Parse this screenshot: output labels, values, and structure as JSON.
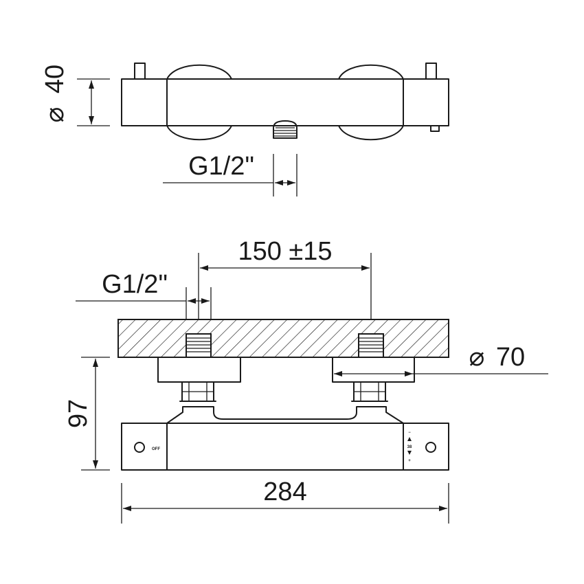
{
  "top_view": {
    "diameter_symbol": "⌀",
    "diameter_value": "40",
    "thread_label": "G1/2\""
  },
  "front_view": {
    "spacing_label": "150 ±15",
    "thread_label": "G1/2\"",
    "flange_symbol": "⌀",
    "flange_value": "70",
    "height_label": "97",
    "width_label": "284",
    "off_label": "OFF",
    "minus_label": "−",
    "temp_label": "38",
    "plus_label": "+"
  }
}
